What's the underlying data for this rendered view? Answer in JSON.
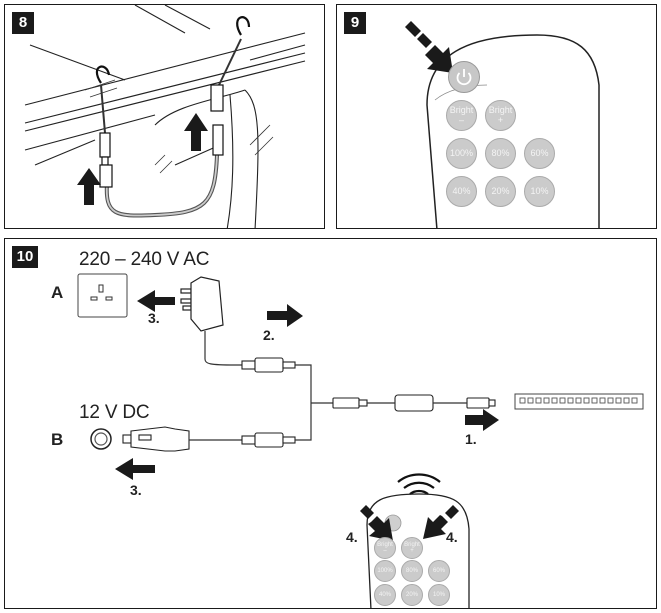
{
  "panel8": {
    "number": "8"
  },
  "panel9": {
    "number": "9",
    "power_button": "power-icon",
    "buttons": [
      {
        "line1": "Bright",
        "line2": "–"
      },
      {
        "line1": "Bright",
        "line2": "+"
      },
      {
        "line1": "100%",
        "line2": ""
      },
      {
        "line1": "80%",
        "line2": ""
      },
      {
        "line1": "60%",
        "line2": ""
      },
      {
        "line1": "40%",
        "line2": ""
      },
      {
        "line1": "20%",
        "line2": ""
      },
      {
        "line1": "10%",
        "line2": ""
      }
    ]
  },
  "panel10": {
    "number": "10",
    "option_a": {
      "letter": "A",
      "voltage": "220 – 240 V AC"
    },
    "option_b": {
      "letter": "B",
      "voltage": "12 V DC"
    },
    "steps": {
      "s1": "1.",
      "s2": "2.",
      "s3a": "3.",
      "s3b": "3.",
      "s4a": "4.",
      "s4b": "4."
    },
    "remote_small": {
      "buttons": [
        {
          "line1": "Bright",
          "line2": "–"
        },
        {
          "line1": "Bright",
          "line2": "+"
        },
        {
          "line1": "100%"
        },
        {
          "line1": "80%"
        },
        {
          "line1": "60%"
        },
        {
          "line1": "40%"
        },
        {
          "line1": "20%"
        },
        {
          "line1": "10%"
        }
      ]
    }
  }
}
